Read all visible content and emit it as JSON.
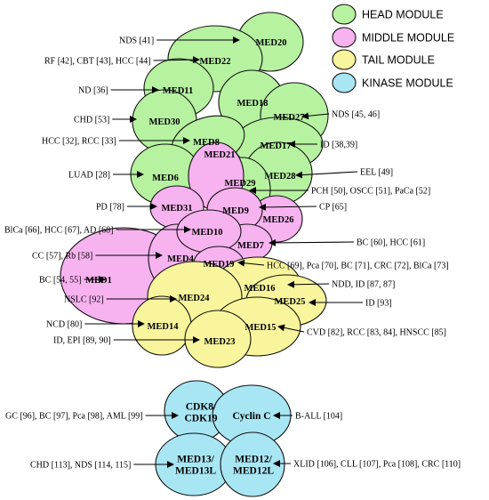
{
  "legend": [
    {
      "module": "head",
      "label": "HEAD MODULE"
    },
    {
      "module": "middle",
      "label": "MIDDLE MODULE"
    },
    {
      "module": "tail",
      "label": "TAIL MODULE"
    },
    {
      "module": "kinase",
      "label": "KINASE MODULE"
    }
  ],
  "colors": {
    "head": "#b6f2a0",
    "middle": "#f7b2f0",
    "tail": "#f8f59c",
    "kinase": "#a8e6f4",
    "outline": "#111111"
  },
  "subunits": [
    {
      "id": "med20",
      "label": "MED20",
      "module": "head"
    },
    {
      "id": "med22",
      "label": "MED22",
      "module": "head"
    },
    {
      "id": "med11",
      "label": "MED11",
      "module": "head"
    },
    {
      "id": "med18",
      "label": "MED18",
      "module": "head"
    },
    {
      "id": "med27",
      "label": "MED27",
      "module": "head"
    },
    {
      "id": "med30",
      "label": "MED30",
      "module": "head"
    },
    {
      "id": "med8",
      "label": "MED8",
      "module": "head"
    },
    {
      "id": "med17",
      "label": "MED17",
      "module": "head"
    },
    {
      "id": "med6",
      "label": "MED6",
      "module": "head"
    },
    {
      "id": "med28",
      "label": "MED28",
      "module": "head"
    },
    {
      "id": "med29",
      "label": "MED29",
      "module": "head"
    },
    {
      "id": "med21",
      "label": "MED21",
      "module": "middle"
    },
    {
      "id": "med31",
      "label": "MED31",
      "module": "middle"
    },
    {
      "id": "med9",
      "label": "MED9",
      "module": "middle"
    },
    {
      "id": "med26",
      "label": "MED26",
      "module": "middle"
    },
    {
      "id": "med10",
      "label": "MED10",
      "module": "middle"
    },
    {
      "id": "med7",
      "label": "MED7",
      "module": "middle"
    },
    {
      "id": "med4",
      "label": "MED4",
      "module": "middle"
    },
    {
      "id": "med19",
      "label": "MED19",
      "module": "middle"
    },
    {
      "id": "med1",
      "label": "MED1",
      "module": "middle"
    },
    {
      "id": "med24",
      "label": "MED24",
      "module": "tail"
    },
    {
      "id": "med16",
      "label": "MED16",
      "module": "tail"
    },
    {
      "id": "med25",
      "label": "MED25",
      "module": "tail"
    },
    {
      "id": "med14",
      "label": "MED14",
      "module": "tail"
    },
    {
      "id": "med15",
      "label": "MED15",
      "module": "tail"
    },
    {
      "id": "med23",
      "label": "MED23",
      "module": "tail"
    },
    {
      "id": "cdk8",
      "label": [
        "CDK8/",
        "CDK19"
      ],
      "module": "kinase"
    },
    {
      "id": "cyclinc",
      "label": "Cyclin C",
      "module": "kinase"
    },
    {
      "id": "med13",
      "label": [
        "MED13/",
        "MED13L"
      ],
      "module": "kinase"
    },
    {
      "id": "med12",
      "label": [
        "MED12/",
        "MED12L"
      ],
      "module": "kinase"
    }
  ],
  "diseases": [
    {
      "id": "d-med20",
      "text": "NDS [41]"
    },
    {
      "id": "d-med22",
      "text": "RF [42], CBT [43], HCC [44]"
    },
    {
      "id": "d-med11",
      "text": "ND [36]"
    },
    {
      "id": "d-med27",
      "text": "NDS [45, 46]"
    },
    {
      "id": "d-med30",
      "text": "CHD [53]"
    },
    {
      "id": "d-med8",
      "text": "HCC [32], RCC [33]"
    },
    {
      "id": "d-med17",
      "text": "ID [38,39]"
    },
    {
      "id": "d-med6",
      "text": "LUAD [28]"
    },
    {
      "id": "d-med28",
      "text": "EEL [49]"
    },
    {
      "id": "d-med29",
      "text": "PCH [50], OSCC [51], PaCa [52]"
    },
    {
      "id": "d-med31",
      "text": "PD [78]"
    },
    {
      "id": "d-med9",
      "text": "CP [65]"
    },
    {
      "id": "d-med10",
      "text": "BlCa [66], HCC [67], AD [68]"
    },
    {
      "id": "d-med7",
      "text": "BC [60], HCC [61]"
    },
    {
      "id": "d-med4",
      "text": "CC [57], Rb [58]"
    },
    {
      "id": "d-med19",
      "text": "HCC [69], Pca [70], BC [71], CRC [72], BlCa [73]"
    },
    {
      "id": "d-med1",
      "text": "BC [54, 55]"
    },
    {
      "id": "d-med16",
      "text": "NDD, ID [87, 87]"
    },
    {
      "id": "d-med24",
      "text": "NSLC [92]"
    },
    {
      "id": "d-med25",
      "text": "ID [93]"
    },
    {
      "id": "d-med14",
      "text": "NCD [80]"
    },
    {
      "id": "d-med15",
      "text": "CVD [82], RCC [83, 84], HNSCC [85]"
    },
    {
      "id": "d-med23",
      "text": "ID, EPI [89, 90]"
    },
    {
      "id": "d-cdk8",
      "text": "GC [96], BC [97], Pca [98], AML [99]"
    },
    {
      "id": "d-cyclinc",
      "text": "B-ALL [104]"
    },
    {
      "id": "d-med13",
      "text": "CHD [113], NDS [114, 115]"
    },
    {
      "id": "d-med12",
      "text": "XLID [106], CLL [107], Pca [108], CRC [110]"
    }
  ]
}
